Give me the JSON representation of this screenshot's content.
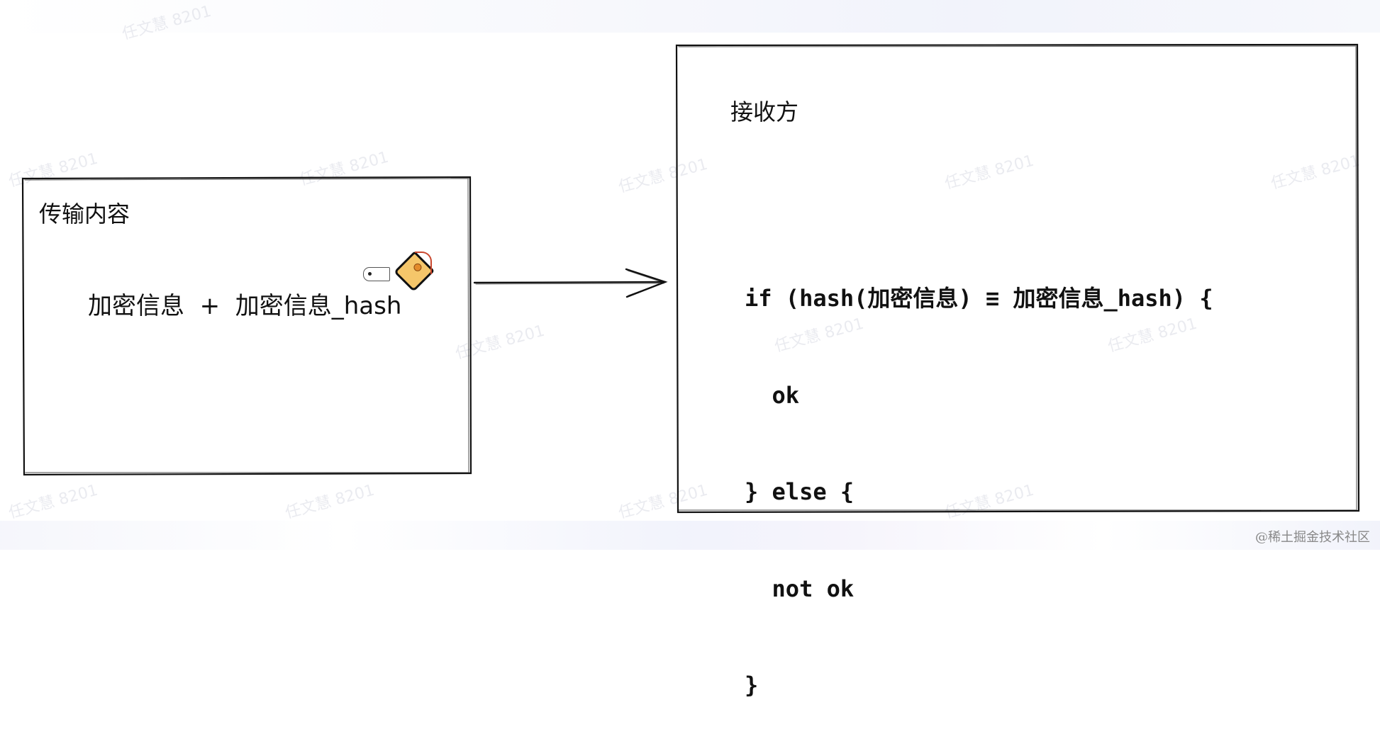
{
  "sender_box": {
    "title": "传输内容",
    "payload": "加密信息  +  加密信息_hash",
    "icons": [
      "label-tag-outline-icon",
      "label-tag-emoji-icon"
    ]
  },
  "arrow": {
    "direction": "left-to-right"
  },
  "receiver_box": {
    "title": "接收方",
    "code_lines": [
      "if (hash(加密信息) ≡ 加密信息_hash) {",
      "  ok",
      "} else {",
      "  not ok",
      "}"
    ]
  },
  "watermark": {
    "tile_text": "任文慧 8201",
    "footer": "@稀土掘金技术社区"
  },
  "colors": {
    "stroke": "#111111",
    "tag_fill": "#f5c66a",
    "tag_string": "#c9472e"
  }
}
